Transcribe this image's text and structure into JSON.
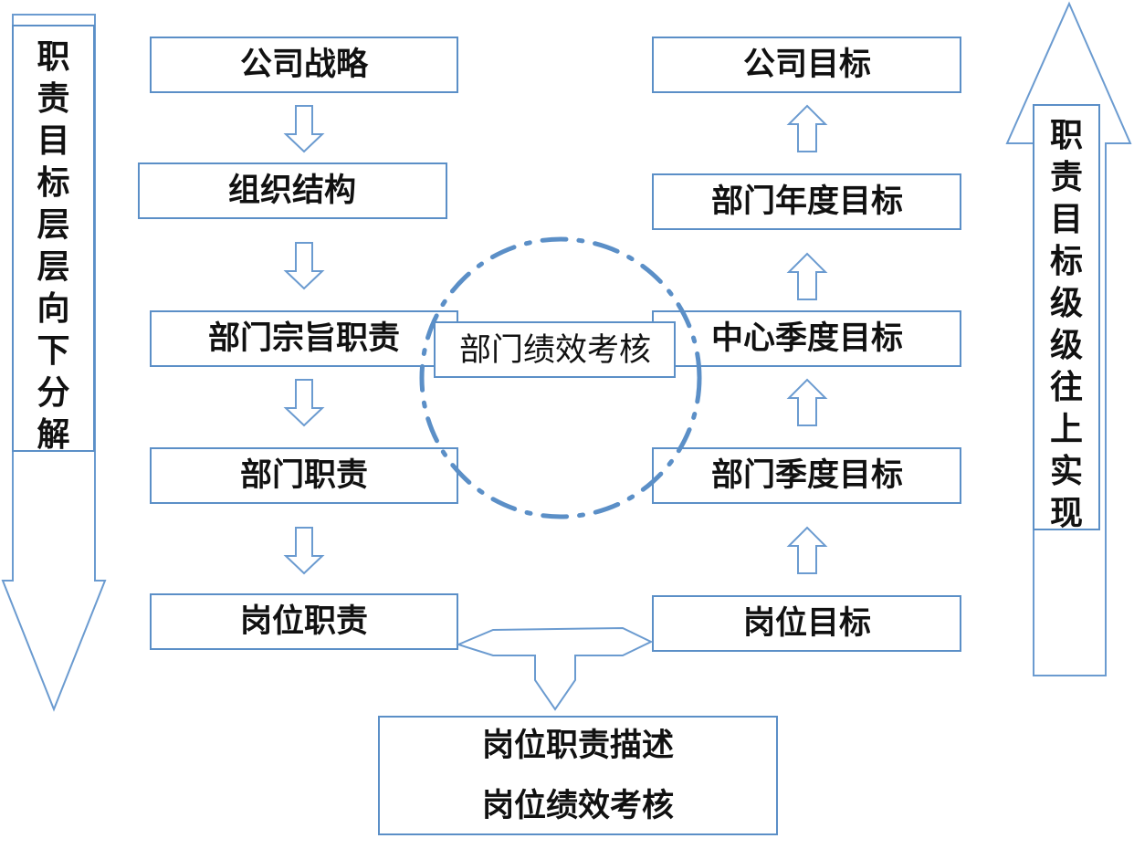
{
  "left_side": {
    "vertical_text": "职责目标层层向下分解"
  },
  "right_side": {
    "vertical_text": "职责目标级级往上实现"
  },
  "left_column": [
    {
      "label": "公司战略"
    },
    {
      "label": "组织结构"
    },
    {
      "label": "部门宗旨职责"
    },
    {
      "label": "部门职责"
    },
    {
      "label": "岗位职责"
    }
  ],
  "right_column": [
    {
      "label": "公司目标"
    },
    {
      "label": "部门年度目标"
    },
    {
      "label": "中心季度目标"
    },
    {
      "label": "部门季度目标"
    },
    {
      "label": "岗位目标"
    }
  ],
  "center": {
    "label": "部门绩效考核"
  },
  "bottom": {
    "line1": "岗位职责描述",
    "line2": "岗位绩效考核"
  },
  "colors": {
    "stroke": "#5b8fc7",
    "text": "#111111"
  }
}
